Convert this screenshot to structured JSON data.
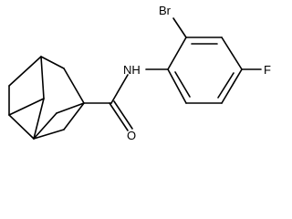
{
  "molecule": {
    "atoms": {
      "bromine": "Br",
      "amide_nitrogen": "NH",
      "fluorine": "F",
      "carbonyl_oxygen": "O"
    }
  }
}
